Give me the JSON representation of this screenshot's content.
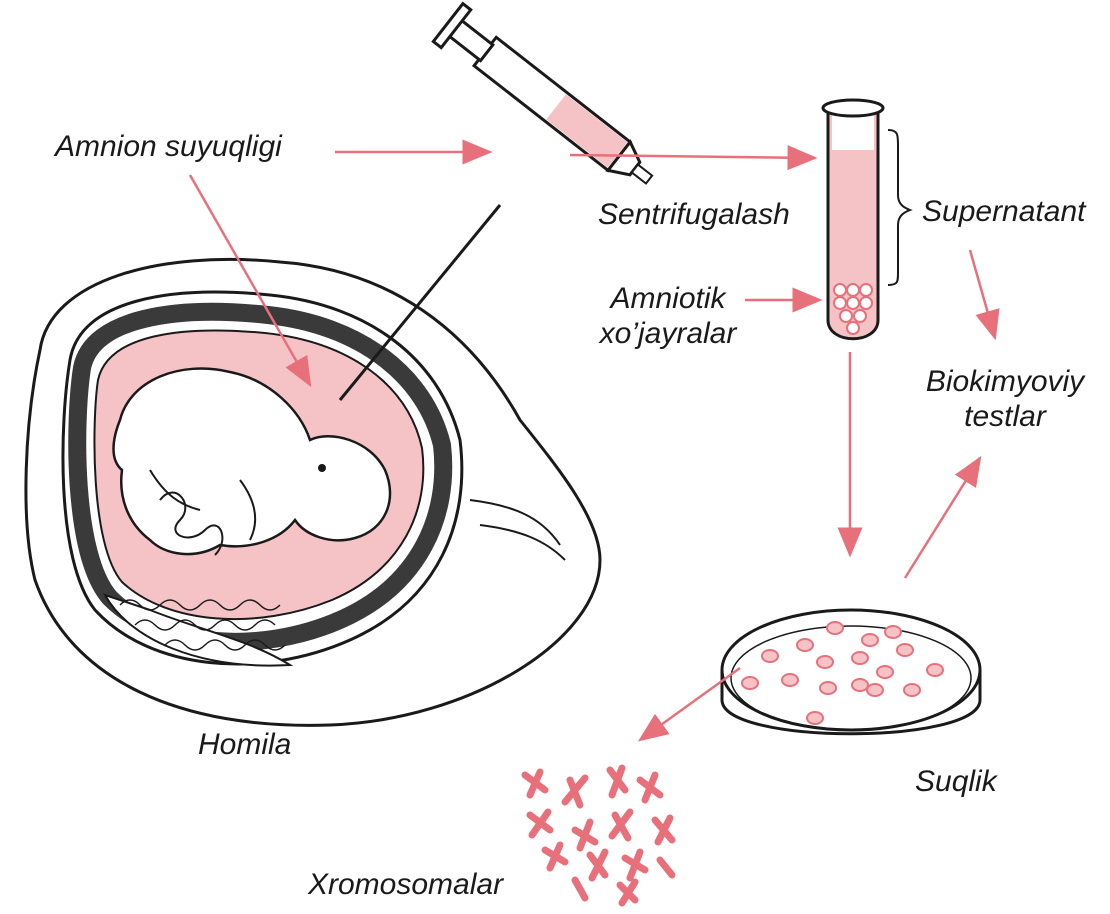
{
  "labels": {
    "amnion_fluid": "Amnion suyuqligi",
    "centrifuge": "Sentrifugalash",
    "supernatant": "Supernatant",
    "amniotic_cells_line1": "Amniotik",
    "amniotic_cells_line2": "xo’jayralar",
    "biochem_line1": "Biokimyoviy",
    "biochem_line2": "testlar",
    "fetus": "Homila",
    "culture": "Suqlik",
    "chromosomes": "Xromosomalar"
  },
  "colors": {
    "accent_pink": "#e8707a",
    "fill_pink": "#f5c3c6",
    "ink": "#1a1a1a",
    "dark_wall": "#3a3a3a"
  },
  "icons": [
    "syringe-icon",
    "test-tube-icon",
    "petri-dish-icon",
    "fetus-illustration",
    "chromosome-cluster"
  ]
}
